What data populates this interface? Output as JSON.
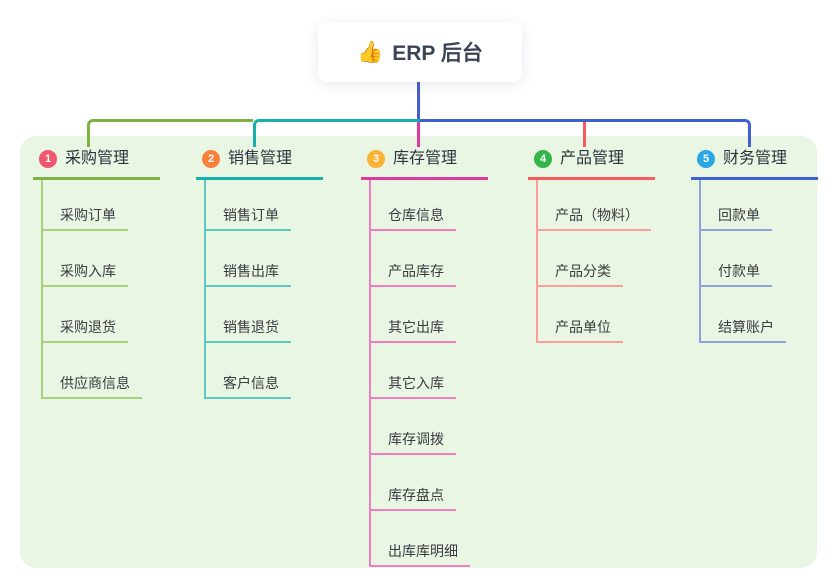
{
  "root": {
    "icon": "👍",
    "label": "ERP 后台"
  },
  "branches": [
    {
      "num": "1",
      "label": "采购管理",
      "badge_color": "#f2566f",
      "line_color": "#7db441",
      "light_color": "#a9d17d",
      "children": [
        "采购订单",
        "采购入库",
        "采购退货",
        "供应商信息"
      ]
    },
    {
      "num": "2",
      "label": "销售管理",
      "badge_color": "#f8823c",
      "line_color": "#17b0ab",
      "light_color": "#5fc8c3",
      "children": [
        "销售订单",
        "销售出库",
        "销售退货",
        "客户信息"
      ]
    },
    {
      "num": "3",
      "label": "库存管理",
      "badge_color": "#f9b233",
      "line_color": "#de3a9d",
      "light_color": "#ee7ec2",
      "children": [
        "仓库信息",
        "产品库存",
        "其它出库",
        "其它入库",
        "库存调拨",
        "库存盘点",
        "出库库明细"
      ]
    },
    {
      "num": "4",
      "label": "产品管理",
      "badge_color": "#35b44a",
      "line_color": "#f85a5d",
      "light_color": "#fb9d99",
      "children": [
        "产品（物料）",
        "产品分类",
        "产品单位"
      ]
    },
    {
      "num": "5",
      "label": "财务管理",
      "badge_color": "#2ba6e4",
      "line_color": "#3f60d2",
      "light_color": "#8fa3e0",
      "children": [
        "回款单",
        "付款单",
        "结算账户"
      ]
    }
  ],
  "colors": {
    "panel_bg": "#e9f6e3",
    "page_bg": "#ffffff",
    "root_connector": "#4a5bd0",
    "root_text": "#3b4456",
    "child_text": "#3b3b42"
  }
}
